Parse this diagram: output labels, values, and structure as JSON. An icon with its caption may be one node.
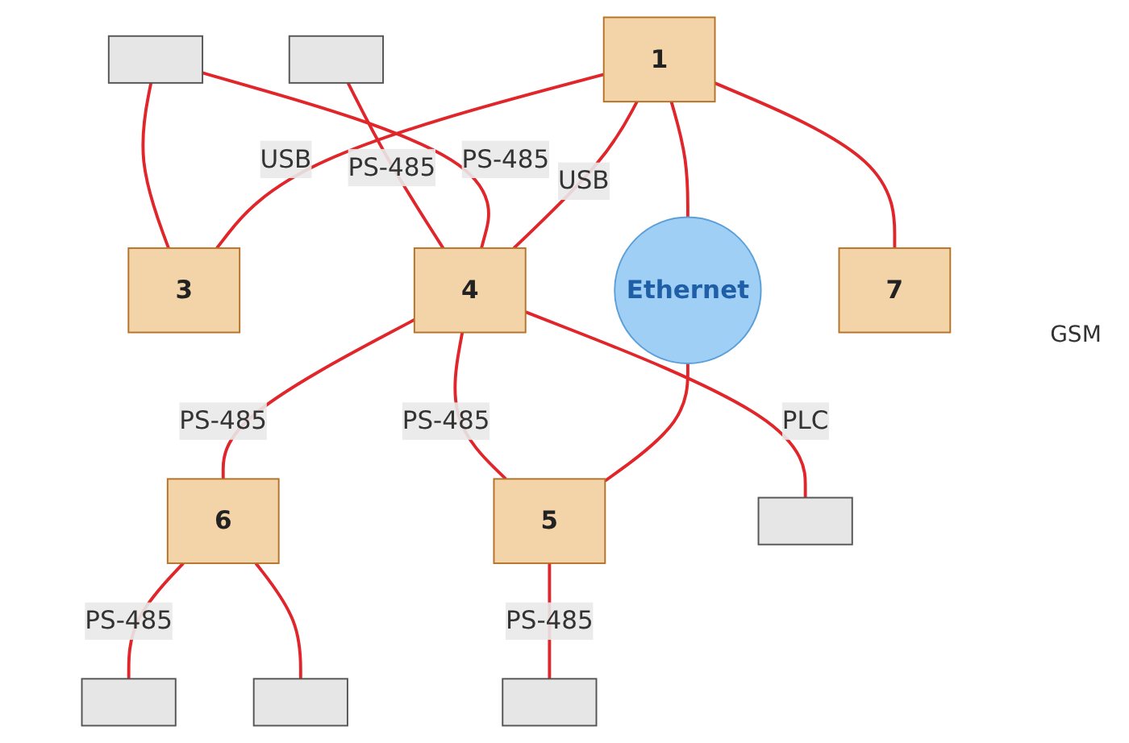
{
  "diagram": {
    "nodes": [
      {
        "text": [
          "1"
        ]
      },
      {
        "text": [
          "3"
        ]
      },
      {
        "text": [],
        "shape": "box"
      },
      {
        "text": [],
        "shape": "box"
      },
      {
        "text": [
          "4"
        ]
      },
      {
        "text": [
          "Ethernet"
        ]
      },
      {
        "text": [
          "5"
        ]
      },
      {
        "text": [],
        "shape": "box"
      },
      {
        "text": [
          "7"
        ]
      },
      {
        "text": [
          "6"
        ]
      },
      {
        "text": [],
        "shape": "box"
      },
      {
        "text": [],
        "shape": "box"
      },
      {
        "text": [],
        "shape": "box"
      }
    ],
    "edges": [
      {
        "from": 0,
        "to": 1,
        "arrow": "none",
        "label": "USB"
      },
      {
        "from": 0,
        "to": 4,
        "arrow": "none",
        "label": "USB"
      },
      {
        "from": 0,
        "to": 8,
        "arrow": "none"
      },
      {
        "from": 0,
        "to": 5,
        "arrow": "none"
      },
      {
        "from": 5,
        "to": 6,
        "arrow": "none"
      },
      {
        "from": 2,
        "to": 1,
        "arrow": "none"
      },
      {
        "from": 2,
        "to": 4,
        "arrow": "none",
        "label": "PS-485"
      },
      {
        "from": 3,
        "to": 4,
        "arrow": "none",
        "label": "PS-485"
      },
      {
        "from": 4,
        "to": 6,
        "arrow": "none",
        "label": "PS-485"
      },
      {
        "from": 6,
        "to": 7,
        "arrow": "none",
        "label": "PS-485"
      },
      {
        "from": 4,
        "to": 9,
        "arrow": "none",
        "label": "PS-485"
      },
      {
        "from": 4,
        "to": 10,
        "arrow": "none",
        "label": "PLC"
      },
      {
        "from": 9,
        "to": 11,
        "arrow": "none",
        "label": "PS-485"
      },
      {
        "from": 9,
        "to": 12,
        "arrow": "none"
      }
    ],
    "labels": [
      "GSM"
    ]
  }
}
